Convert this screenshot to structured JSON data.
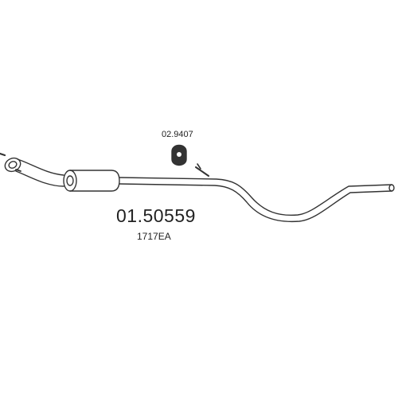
{
  "diagram": {
    "part_number": "01.50559",
    "oe_number": "1717EA",
    "hanger_part_number": "02.9407",
    "line_color": "#333333"
  }
}
